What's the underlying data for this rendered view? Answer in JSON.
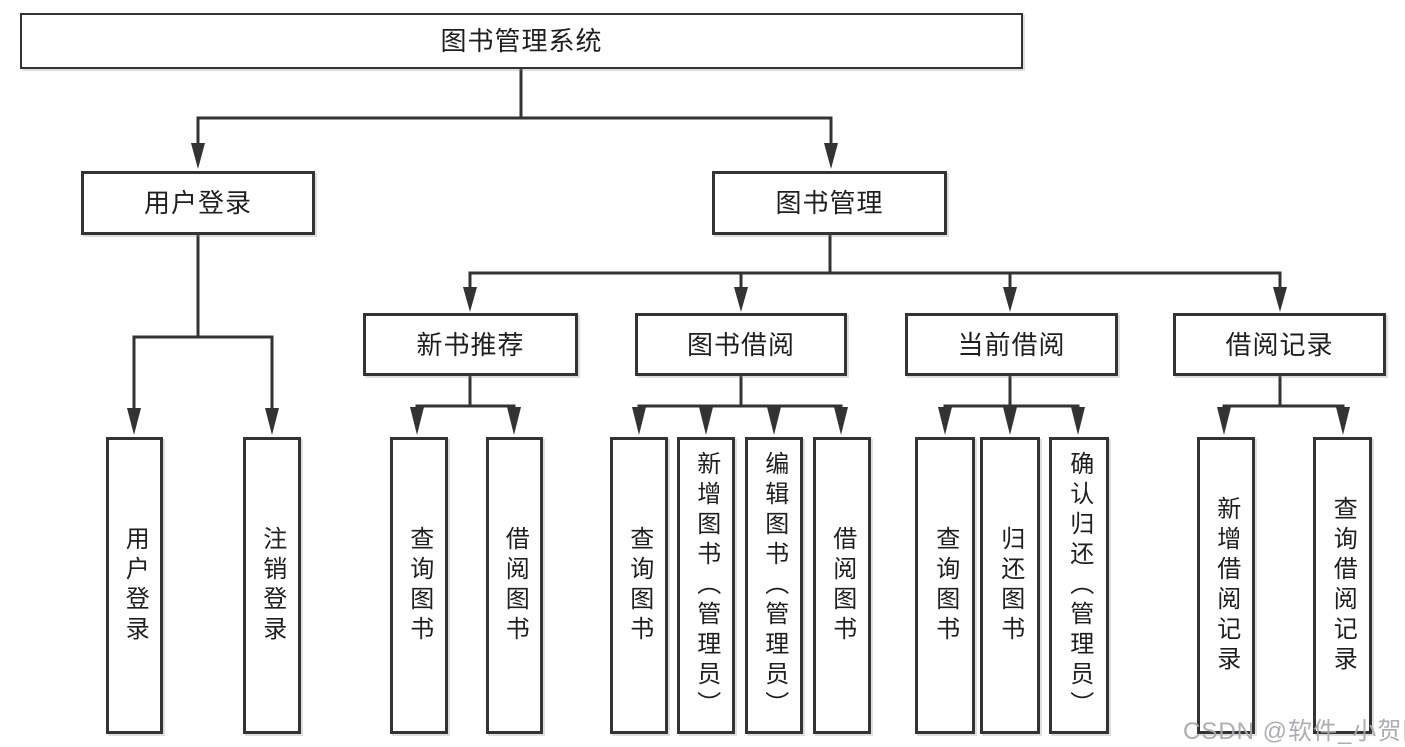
{
  "watermark": "CSDN @软件_小贺同学",
  "colors": {
    "line": "#333333",
    "box_background": "#ffffff",
    "text": "#1f1f1f",
    "watermark": "#a8aaae"
  },
  "tree": {
    "root": {
      "label": "图书管理系统"
    },
    "level2": [
      {
        "label": "用户登录"
      },
      {
        "label": "图书管理"
      }
    ],
    "level3": [
      {
        "label": "新书推荐",
        "parent": "图书管理"
      },
      {
        "label": "图书借阅",
        "parent": "图书管理"
      },
      {
        "label": "当前借阅",
        "parent": "图书管理"
      },
      {
        "label": "借阅记录",
        "parent": "图书管理"
      }
    ],
    "leaves": [
      {
        "label": "用户登录",
        "parent": "用户登录"
      },
      {
        "label": "注销登录",
        "parent": "用户登录"
      },
      {
        "label": "查询图书",
        "parent": "新书推荐"
      },
      {
        "label": "借阅图书",
        "parent": "新书推荐"
      },
      {
        "label": "查询图书",
        "parent": "图书借阅"
      },
      {
        "label": "新增图书（管理员）",
        "parent": "图书借阅"
      },
      {
        "label": "编辑图书（管理员）",
        "parent": "图书借阅"
      },
      {
        "label": "借阅图书",
        "parent": "图书借阅"
      },
      {
        "label": "查询图书",
        "parent": "当前借阅"
      },
      {
        "label": "归还图书",
        "parent": "当前借阅"
      },
      {
        "label": "确认归还（管理员）",
        "parent": "当前借阅"
      },
      {
        "label": "新增借阅记录",
        "parent": "借阅记录"
      },
      {
        "label": "查询借阅记录",
        "parent": "借阅记录"
      }
    ]
  }
}
